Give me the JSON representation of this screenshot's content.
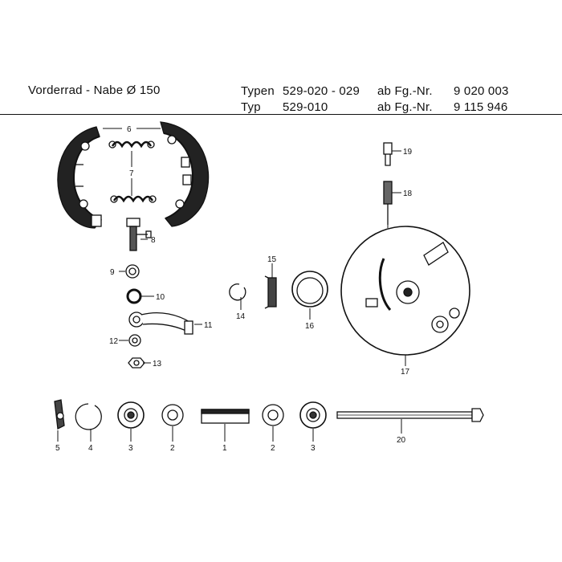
{
  "header": {
    "title": "Vorderrad - Nabe Ø 150",
    "line1": {
      "prefix": "Typen",
      "types": "529-020 - 029",
      "ref_label": "ab Fg.-Nr.",
      "ref_number": "9 020 003"
    },
    "line2": {
      "prefix": "Typ",
      "types": "529-010",
      "ref_label": "ab Fg.-Nr.",
      "ref_number": "9 115 946"
    }
  },
  "parts": [
    {
      "id": "part-1",
      "label": "1"
    },
    {
      "id": "part-2a",
      "label": "2"
    },
    {
      "id": "part-2b",
      "label": "2"
    },
    {
      "id": "part-3a",
      "label": "3"
    },
    {
      "id": "part-3b",
      "label": "3"
    },
    {
      "id": "part-4",
      "label": "4"
    },
    {
      "id": "part-5",
      "label": "5"
    },
    {
      "id": "part-6",
      "label": "6"
    },
    {
      "id": "part-7",
      "label": "7"
    },
    {
      "id": "part-8",
      "label": "8"
    },
    {
      "id": "part-9",
      "label": "9"
    },
    {
      "id": "part-10",
      "label": "10"
    },
    {
      "id": "part-11",
      "label": "11"
    },
    {
      "id": "part-12",
      "label": "12"
    },
    {
      "id": "part-13",
      "label": "13"
    },
    {
      "id": "part-14",
      "label": "14"
    },
    {
      "id": "part-15",
      "label": "15"
    },
    {
      "id": "part-16",
      "label": "16"
    },
    {
      "id": "part-17",
      "label": "17"
    },
    {
      "id": "part-18",
      "label": "18"
    },
    {
      "id": "part-19",
      "label": "19"
    },
    {
      "id": "part-20",
      "label": "20"
    }
  ]
}
